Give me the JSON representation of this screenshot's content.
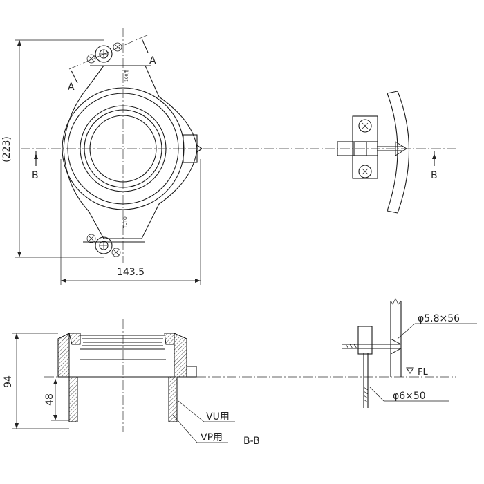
{
  "dimensions": {
    "height_top": "(223)",
    "width_top": "143.5",
    "height_side": "94",
    "depth_side": "48"
  },
  "section_marks": {
    "a_left": "A",
    "a_right": "A",
    "b_left": "B",
    "b_right": "B"
  },
  "labels": {
    "vu": "VU用",
    "vp": "VP用",
    "section_title": "B-B",
    "fl": "FL",
    "screw_1": "φ5.8×56",
    "screw_2": "φ6×50",
    "brand_mark": "TOTO",
    "small_mark": "100用"
  }
}
